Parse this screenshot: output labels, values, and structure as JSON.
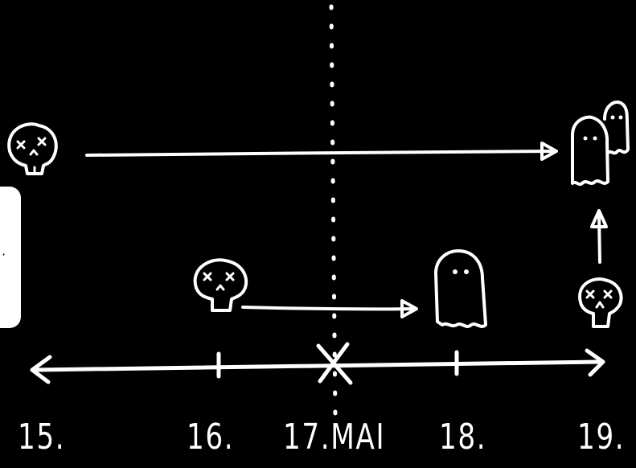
{
  "timeline": {
    "ticks": [
      {
        "label": "15.",
        "icon": "none"
      },
      {
        "label": "16.",
        "icon": "none"
      },
      {
        "label": "17.MAI",
        "icon": "x-mark"
      },
      {
        "label": "18.",
        "icon": "none"
      },
      {
        "label": "19.",
        "icon": "none"
      }
    ],
    "current_marker": "17.MAI",
    "style": "dotted-vertical-line"
  },
  "side_panel": {
    "glyph": "·"
  },
  "journeys": [
    {
      "from": "skull",
      "start": "15.",
      "end": "19.",
      "to": "ghost-pair"
    },
    {
      "from": "skull",
      "start": "16.",
      "end": "18.",
      "to": "ghost"
    },
    {
      "from": "skull",
      "start": "19.",
      "end": "19.",
      "to": "ghost-pair",
      "direction": "up"
    }
  ],
  "colors": {
    "background": "#000000",
    "ink": "#ffffff"
  },
  "icons": [
    "skull-icon",
    "ghost-icon",
    "arrow-icon",
    "x-mark-icon"
  ]
}
